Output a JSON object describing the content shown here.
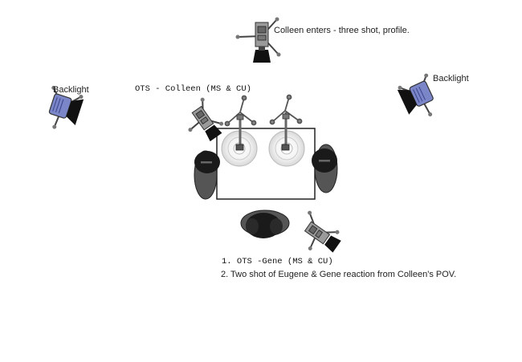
{
  "labels": {
    "colleen_enters": "Colleen enters - three shot, profile.",
    "backlight_left": "Backlight",
    "backlight_right": "Backlight",
    "ots_colleen": "OTS - Colleen (MS & CU)",
    "shot_1": "1.  OTS -Gene (MS & CU)",
    "shot_2": "2. Two shot of Eugene & Gene reaction from Colleen's POV."
  },
  "colors": {
    "light_body": "#7b86c9",
    "light_frame": "#333333",
    "person": "#1a1a1a",
    "table_outline": "#222222",
    "plate": "#e6e6e6"
  },
  "icons": [
    "top-camera-icon",
    "backlight-left-icon",
    "backlight-right-icon",
    "camera-colleen-icon",
    "camera-gene-icon",
    "tripod-left-icon",
    "tripod-right-icon"
  ]
}
